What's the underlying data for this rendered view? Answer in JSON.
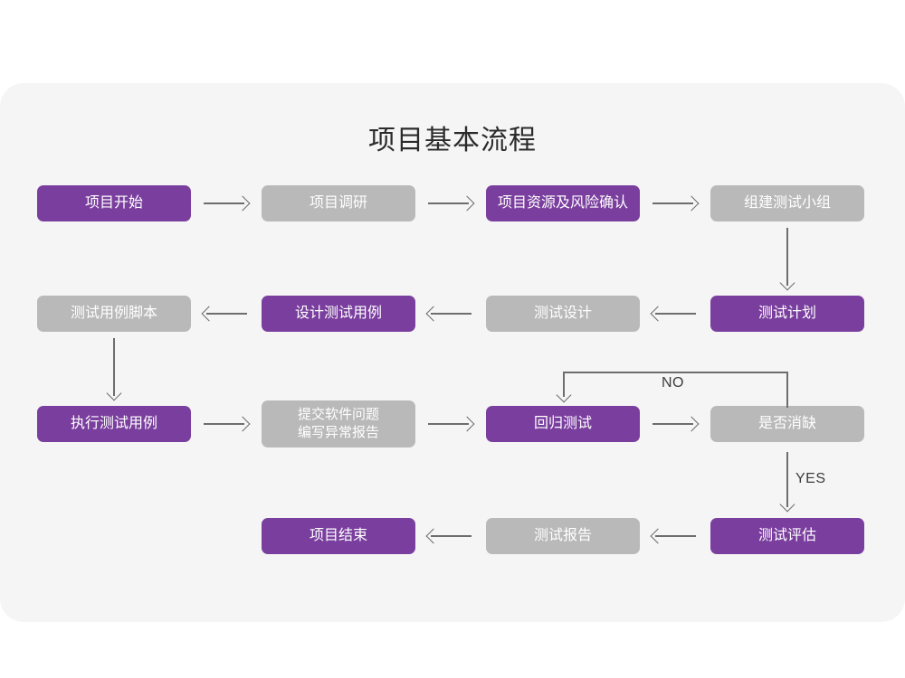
{
  "page": {
    "title": "项目基本流程",
    "background_color": "#ffffff",
    "panel_color": "#f5f5f5"
  },
  "colors": {
    "accent_purple": "#7a3f9e",
    "muted_gray": "#b9b9b9",
    "connector": "#6d6d6d",
    "title_text": "#2b2b2b"
  },
  "chart_data": {
    "type": "diagram",
    "title": "项目基本流程",
    "nodes": [
      {
        "id": "n1",
        "label": "项目开始",
        "style": "purple",
        "row": 1,
        "col": 1
      },
      {
        "id": "n2",
        "label": "项目调研",
        "style": "gray",
        "row": 1,
        "col": 2
      },
      {
        "id": "n3",
        "label": "项目资源及风险确认",
        "style": "purple",
        "row": 1,
        "col": 3
      },
      {
        "id": "n4",
        "label": "组建测试小组",
        "style": "gray",
        "row": 1,
        "col": 4
      },
      {
        "id": "n5",
        "label": "测试计划",
        "style": "purple",
        "row": 2,
        "col": 4
      },
      {
        "id": "n6",
        "label": "测试设计",
        "style": "gray",
        "row": 2,
        "col": 3
      },
      {
        "id": "n7",
        "label": "设计测试用例",
        "style": "purple",
        "row": 2,
        "col": 2
      },
      {
        "id": "n8",
        "label": "测试用例脚本",
        "style": "gray",
        "row": 2,
        "col": 1
      },
      {
        "id": "n9",
        "label": "执行测试用例",
        "style": "purple",
        "row": 3,
        "col": 1
      },
      {
        "id": "n10",
        "label": "提交软件问题\n编写异常报告",
        "style": "gray",
        "row": 3,
        "col": 2
      },
      {
        "id": "n11",
        "label": "回归测试",
        "style": "purple",
        "row": 3,
        "col": 3
      },
      {
        "id": "n12",
        "label": "是否消缺",
        "style": "gray",
        "row": 3,
        "col": 4
      },
      {
        "id": "n13",
        "label": "测试评估",
        "style": "purple",
        "row": 4,
        "col": 4
      },
      {
        "id": "n14",
        "label": "测试报告",
        "style": "gray",
        "row": 4,
        "col": 3
      },
      {
        "id": "n15",
        "label": "项目结束",
        "style": "purple",
        "row": 4,
        "col": 2
      }
    ],
    "edges": [
      {
        "from": "n1",
        "to": "n2",
        "label": "",
        "direction": "right"
      },
      {
        "from": "n2",
        "to": "n3",
        "label": "",
        "direction": "right"
      },
      {
        "from": "n3",
        "to": "n4",
        "label": "",
        "direction": "right"
      },
      {
        "from": "n4",
        "to": "n5",
        "label": "",
        "direction": "down"
      },
      {
        "from": "n5",
        "to": "n6",
        "label": "",
        "direction": "left"
      },
      {
        "from": "n6",
        "to": "n7",
        "label": "",
        "direction": "left"
      },
      {
        "from": "n7",
        "to": "n8",
        "label": "",
        "direction": "left"
      },
      {
        "from": "n8",
        "to": "n9",
        "label": "",
        "direction": "down"
      },
      {
        "from": "n9",
        "to": "n10",
        "label": "",
        "direction": "right"
      },
      {
        "from": "n10",
        "to": "n11",
        "label": "",
        "direction": "right"
      },
      {
        "from": "n11",
        "to": "n12",
        "label": "",
        "direction": "right"
      },
      {
        "from": "n12",
        "to": "n11",
        "label": "NO",
        "direction": "up-left-down"
      },
      {
        "from": "n12",
        "to": "n13",
        "label": "YES",
        "direction": "down"
      },
      {
        "from": "n13",
        "to": "n14",
        "label": "",
        "direction": "left"
      },
      {
        "from": "n14",
        "to": "n15",
        "label": "",
        "direction": "left"
      }
    ],
    "edge_labels": {
      "no": "NO",
      "yes": "YES"
    }
  }
}
